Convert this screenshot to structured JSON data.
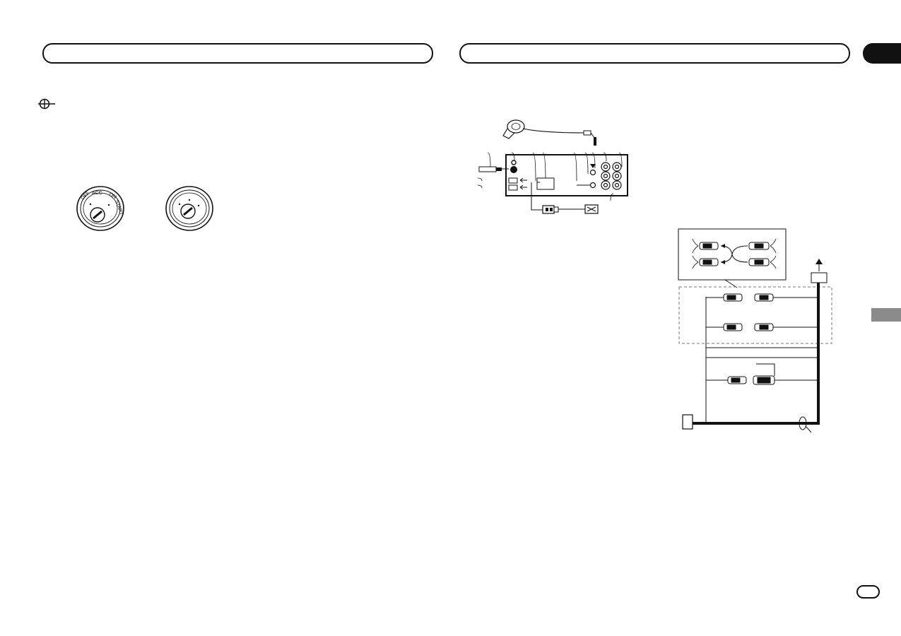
{
  "header_left": {
    "title": ""
  },
  "header_right": {
    "title": ""
  },
  "section_tab": {
    "label": ""
  },
  "side_tab": {
    "label": ""
  },
  "page_badge": {
    "label": ""
  },
  "ignition": {
    "key_position_labels": [
      "OFF",
      "ACC",
      "ON",
      "START"
    ]
  },
  "icons": {
    "important": "important-icon",
    "ignition_with_acc": "ignition-switch-acc-icon",
    "ignition_no_acc": "ignition-switch-no-acc-icon",
    "microphone": "microphone-icon",
    "usb_plug": "usb-plug-icon",
    "rca_connector": "rca-connector-icon"
  },
  "colors": {
    "ink": "#111111",
    "background": "#ffffff"
  }
}
